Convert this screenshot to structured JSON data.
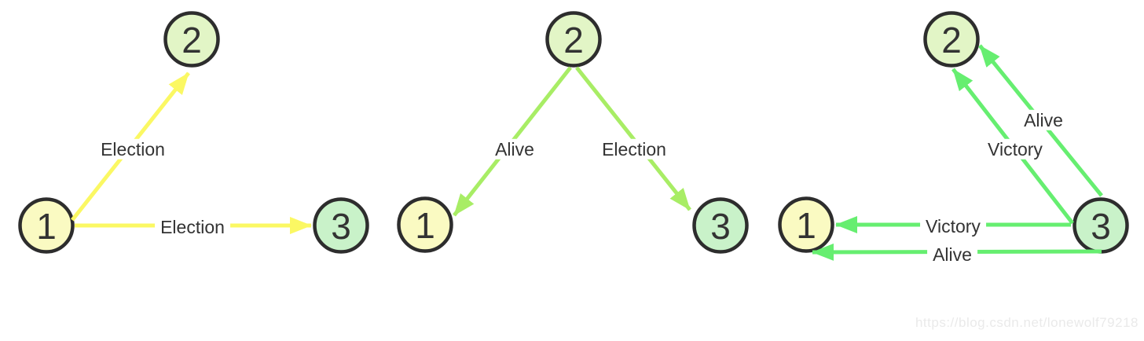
{
  "title": "Bully election algorithm steps diagram",
  "colors": {
    "node1_fill": "#fafac2",
    "node2_fill": "#e2f5c6",
    "node3_fill": "#c9f2c9",
    "node_stroke": "#2d2d2d",
    "node_text": "#333333",
    "edge_label_text": "#333333",
    "step1_arrow": "#fbf863",
    "step2_arrow": "#a8ed65",
    "step3_arrow": "#66ee70",
    "watermark_text": "#eaeaea"
  },
  "diagrams": [
    {
      "name": "step-1",
      "arrow_color": "#fbf863",
      "nodes": [
        {
          "label": "1"
        },
        {
          "label": "2"
        },
        {
          "label": "3"
        }
      ],
      "edges": [
        {
          "from": "1",
          "to": "2",
          "label": "Election"
        },
        {
          "from": "1",
          "to": "3",
          "label": "Election"
        }
      ]
    },
    {
      "name": "step-2",
      "arrow_color": "#a8ed65",
      "nodes": [
        {
          "label": "1"
        },
        {
          "label": "2"
        },
        {
          "label": "3"
        }
      ],
      "edges": [
        {
          "from": "2",
          "to": "1",
          "label": "Alive"
        },
        {
          "from": "2",
          "to": "3",
          "label": "Election"
        }
      ]
    },
    {
      "name": "step-3",
      "arrow_color": "#66ee70",
      "nodes": [
        {
          "label": "1"
        },
        {
          "label": "2"
        },
        {
          "label": "3"
        }
      ],
      "edges": [
        {
          "from": "3",
          "to": "2",
          "label": "Alive"
        },
        {
          "from": "3",
          "to": "2",
          "label": "Victory"
        },
        {
          "from": "3",
          "to": "1",
          "label": "Victory"
        },
        {
          "from": "3",
          "to": "1",
          "label": "Alive"
        }
      ]
    }
  ],
  "watermark": {
    "text": "https://blog.csdn.net/lonewolf79218"
  }
}
